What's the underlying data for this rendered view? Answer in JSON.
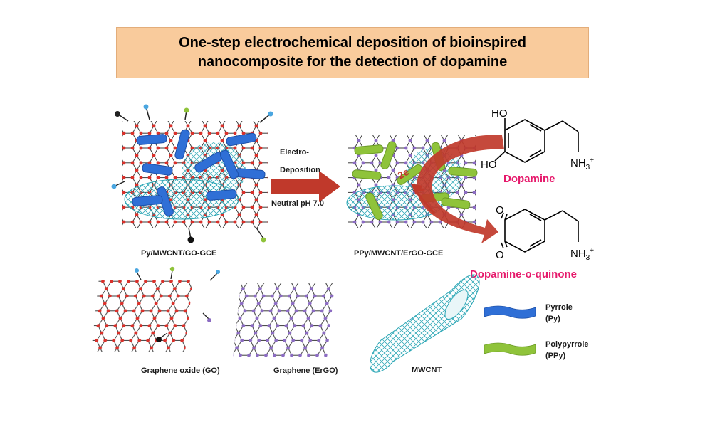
{
  "title": {
    "line1": "One-step electrochemical deposition of bioinspired",
    "line2": "nanocomposite for the detection of dopamine"
  },
  "process": {
    "step_label_1": "Electro-",
    "step_label_2": "Deposition",
    "condition": "Neutral pH 7.0",
    "electron_label": "2e"
  },
  "electrodes": {
    "before": "Py/MWCNT/GO-GCE",
    "after": "PPy/MWCNT/ErGO-GCE"
  },
  "molecules": {
    "dopamine": "Dopamine",
    "quinone": "Dopamine-o-quinone",
    "hydroxyl": "HO",
    "oxygen": "O",
    "amine": "NH",
    "amine_sub": "3",
    "amine_charge": "+"
  },
  "materials": {
    "go": "Graphene oxide (GO)",
    "ergo": "Graphene (ErGO)",
    "mwcnt": "MWCNT"
  },
  "legend": {
    "pyrrole_1": "Pyrrole",
    "pyrrole_2": "(Py)",
    "ppy_1": "Polypyrrole",
    "ppy_2": "(PPy)"
  },
  "colors": {
    "title_bg": "#f9cb9c",
    "pyrrole": "#2f6fd6",
    "polypyrrole": "#8fc33a",
    "arrow": "#c0392b",
    "label_pink": "#e6196b",
    "carbon_red": "#d9302a",
    "carbon_purple": "#8b6bc2",
    "nanotube": "#2aa6b5"
  }
}
